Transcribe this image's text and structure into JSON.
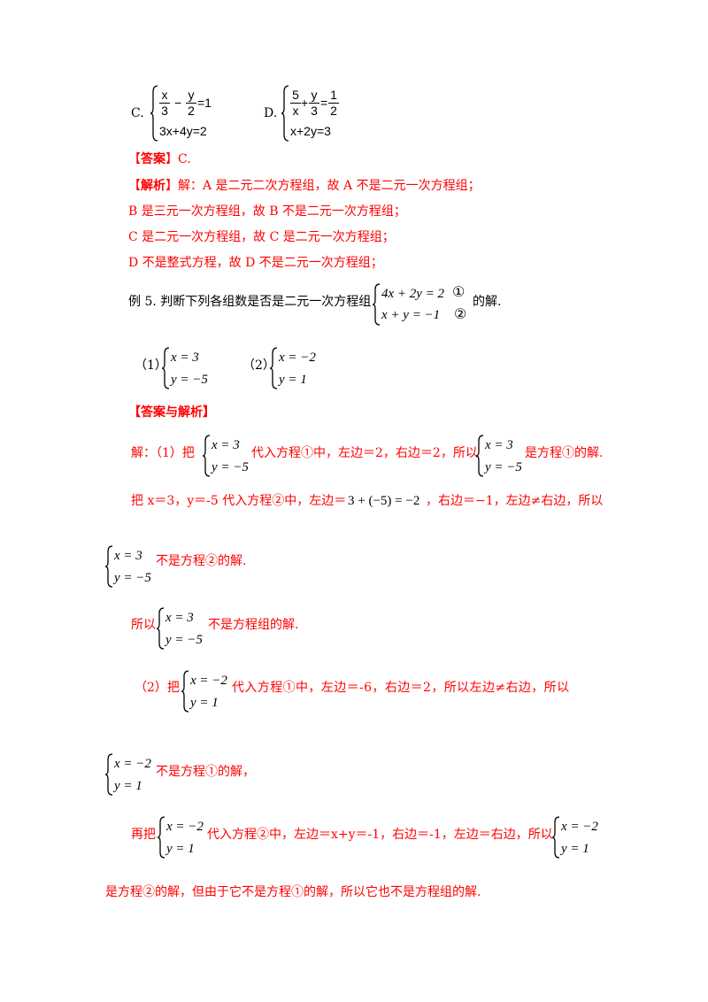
{
  "options": {
    "c": {
      "label": "C.",
      "eq2": "3x+4y=2",
      "f1_num": "x",
      "f1_den": "3",
      "minus": "−",
      "f2_num": "y",
      "f2_den": "2",
      "rhs": "=1"
    },
    "d": {
      "label": "D.",
      "eq2": "x+2y=3",
      "f1_num": "5",
      "f1_den": "x",
      "plus": "+",
      "f2_num": "y",
      "f2_den": "3",
      "eq": "=",
      "f3_num": "1",
      "f3_den": "2"
    }
  },
  "answer1": {
    "bracket_open": "【",
    "title": "答案",
    "bracket_close": "】",
    "value": "C."
  },
  "analysis1": {
    "bracket_open": "【",
    "title": "解析",
    "bracket_close": "】",
    "line1": "解：A 是二元二次方程组，故 A 不是二元一次方程组；",
    "line2": "B 是三元一次方程组，故 B 不是二元一次方程组；",
    "line3": "C 是二元一次方程组，故 C 是二元一次方程组；",
    "line4": "D 不是整式方程，故 D 不是二元一次方程组；"
  },
  "example5": {
    "prefix": "例 5. 判断下列各组数是否是二元一次方程组",
    "eq1": "4x + 2y = 2",
    "eq2": "x + y = −1",
    "mark1": "①",
    "mark2": "②",
    "suffix": "的解."
  },
  "candidates": {
    "p1": {
      "label": "（1）",
      "eq1": "x = 3",
      "eq2": "y = −5"
    },
    "p2": {
      "label": "（2）",
      "eq1": "x = −2",
      "eq2": "y = 1"
    }
  },
  "answer2": {
    "title": "【答案与解析】"
  },
  "solution": {
    "s1_prefix": "解：（1）把",
    "s1_mid": "代入方程①中，左边＝2，右边＝2，所以",
    "s1_suffix": "是方程①的解.",
    "s2_text": "把 x＝3，y＝-5 代入方程②中，左边＝",
    "s2_expr": "3 + (−5) = −2",
    "s2_tail": "，右边＝−1，左边≠右边，所以",
    "s3_text": "不是方程②的解.",
    "s4_prefix": "所以",
    "s4_text": "不是方程组的解.",
    "s5_prefix": "（2）把",
    "s5_text": "代入方程①中，左边＝-6，右边＝2，所以左边≠右边，所以",
    "s6_text": "不是方程①的解，",
    "s7_prefix": "再把",
    "s7_mid": "代入方程②中，左边＝x+y＝-1，右边＝-1，左边＝右边，所以",
    "s8_text": "是方程②的解，但由于它不是方程①的解，所以它也不是方程组的解."
  },
  "systems": {
    "a": {
      "eq1": "x = 3",
      "eq2": "y = −5"
    },
    "b": {
      "eq1": "x = −2",
      "eq2": "y = 1"
    }
  },
  "colors": {
    "accent": "#ff0000",
    "text": "#000000"
  }
}
